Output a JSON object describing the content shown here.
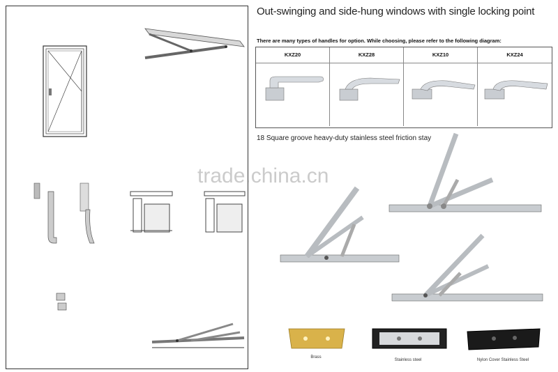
{
  "header": {
    "title": "Out-swinging and side-hung windows with single locking point",
    "subtitle": "There are many types of handles for option. While choosing, please refer to the following diagram:"
  },
  "handles": [
    {
      "model": "KXZ20"
    },
    {
      "model": "KXZ28"
    },
    {
      "model": "KXZ10"
    },
    {
      "model": "KXZ24"
    }
  ],
  "stay": {
    "label": "18  Square groove heavy-duty stainless steel  friction stay"
  },
  "materials": [
    {
      "label": "Brass",
      "color": "#d9b24a"
    },
    {
      "label": "Stainless steel",
      "color": "#222222"
    },
    {
      "label": "Nylon Cover Stainless Steel",
      "color": "#1a1a1a"
    }
  ],
  "watermark": "trade.china.cn"
}
